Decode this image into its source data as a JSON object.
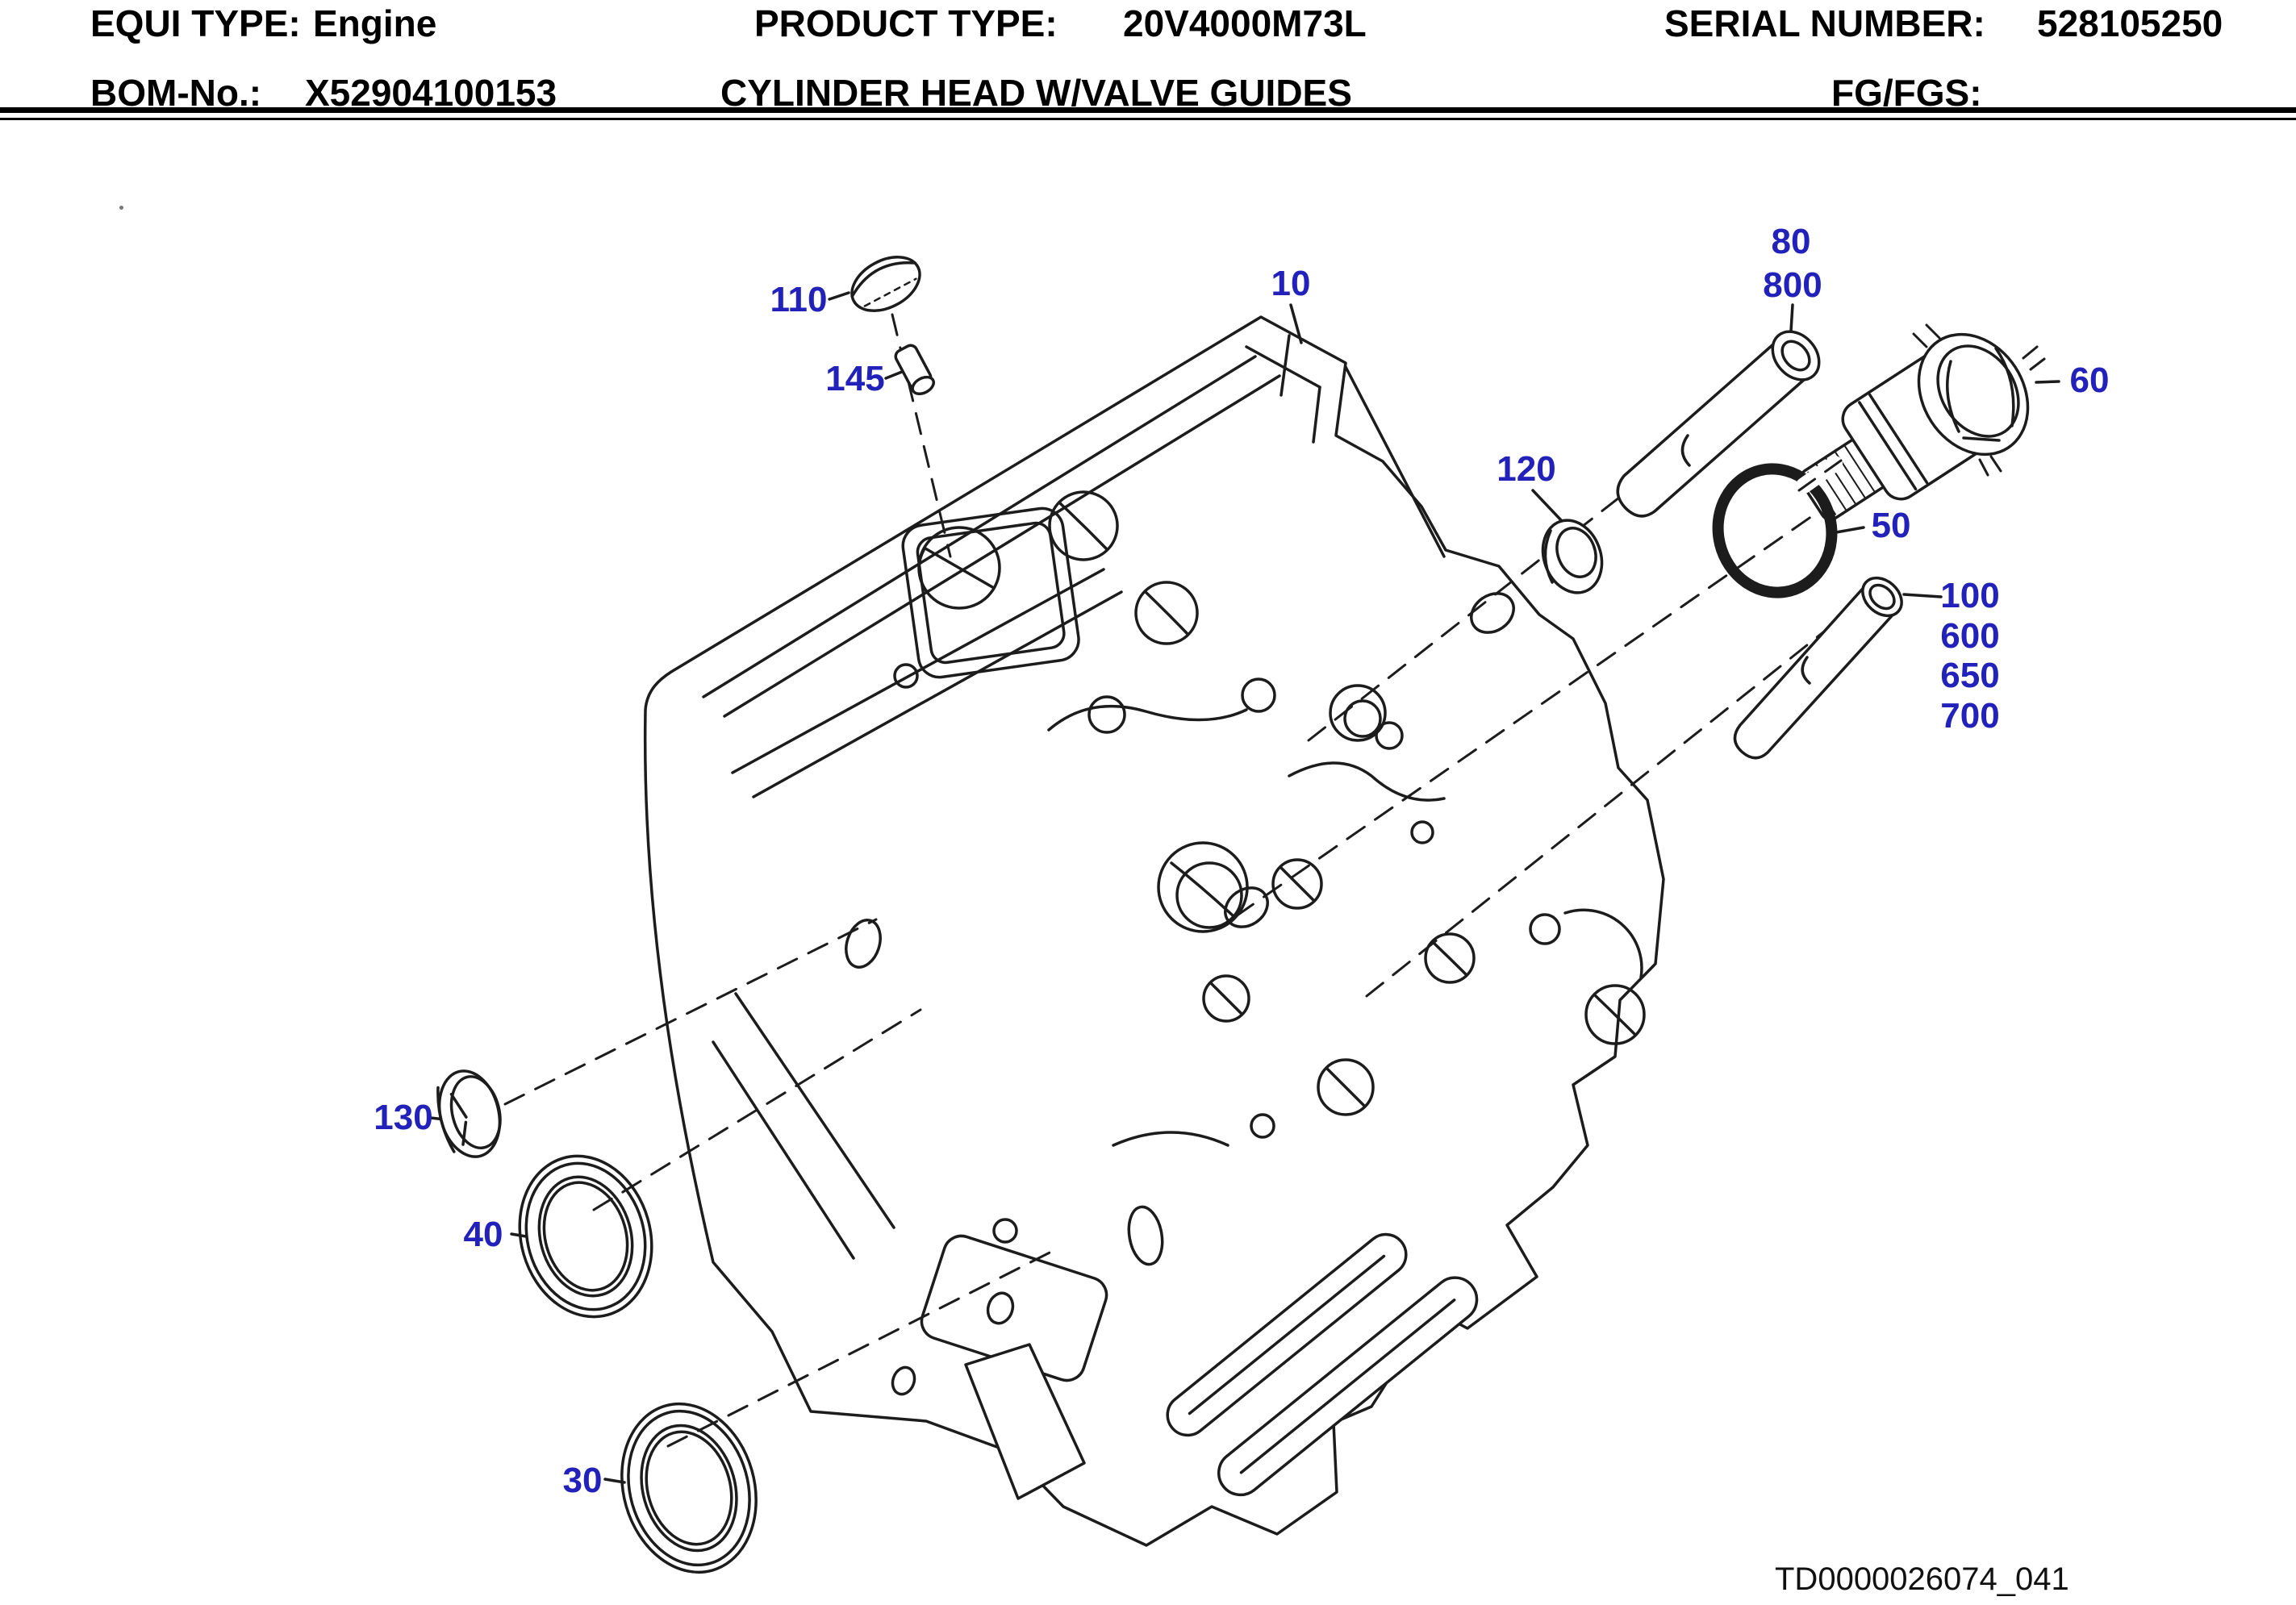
{
  "header": {
    "equi_type_label": "EQUI TYPE:",
    "equi_type_value": "Engine",
    "product_type_label": "PRODUCT TYPE:",
    "product_type_value": "20V4000M73L",
    "serial_label": "SERIAL NUMBER:",
    "serial_value": "528105250",
    "bom_label": "BOM-No.:",
    "bom_value": "X52904100153",
    "subtitle": "CYLINDER HEAD W/VALVE GUIDES",
    "fg_label": "FG/FGS:",
    "fg_value": ""
  },
  "callouts": {
    "10": "10",
    "30": "30",
    "40": "40",
    "50": "50",
    "60": "60",
    "80": "80",
    "100": "100",
    "110": "110",
    "120": "120",
    "130": "130",
    "145": "145",
    "600": "600",
    "650": "650",
    "700": "700",
    "800": "800"
  },
  "footer": {
    "drawing_id": "TD0000026074_041"
  },
  "colors": {
    "callout_blue": "#2222bb",
    "line_black": "#1c1c1c"
  }
}
